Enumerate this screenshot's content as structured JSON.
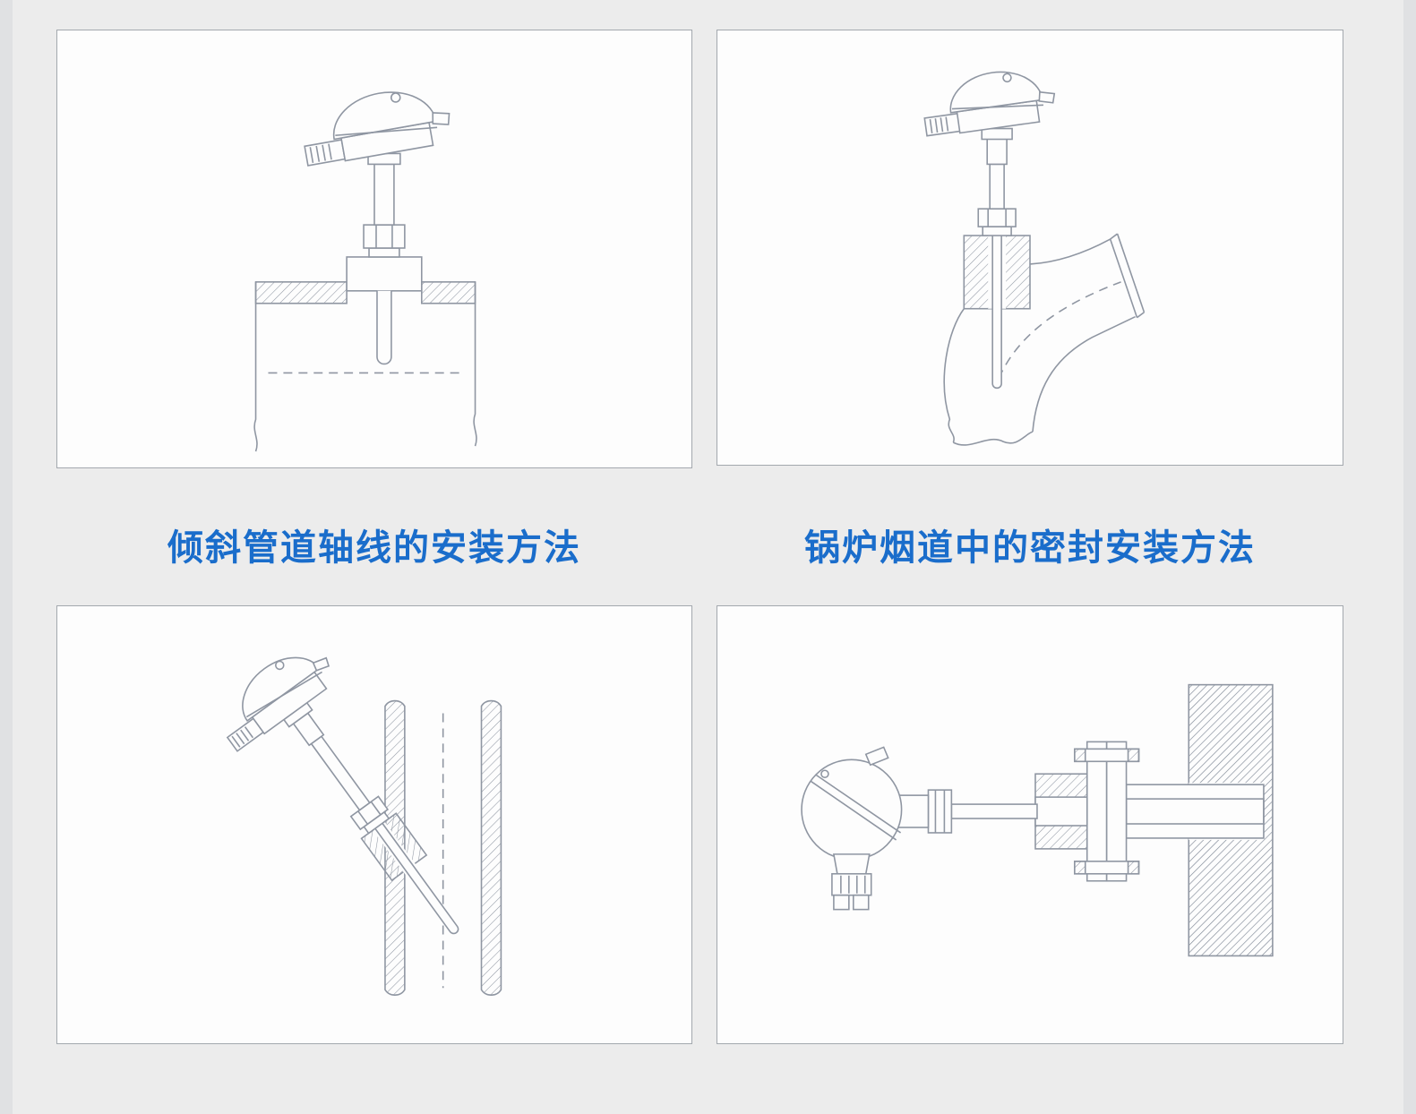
{
  "theme": {
    "page_background": "#ececec",
    "panel_background": "#fdfdfd",
    "panel_border": "#a3a8ae",
    "line_color": "#8f96a2",
    "caption_color": "#1a6dcb"
  },
  "captions": {
    "left": "倾斜管道轴线的安装方法",
    "right": "锅炉烟道中的密封安装方法"
  },
  "diagrams": {
    "top_left": "thermocouple-vertical-installation-on-horizontal-pipe",
    "top_right": "thermocouple-installation-at-pipe-elbow",
    "bottom_left": "thermocouple-inclined-installation-on-vertical-pipe",
    "bottom_right": "thermocouple-sealed-flange-installation-in-boiler-flue-wall"
  }
}
